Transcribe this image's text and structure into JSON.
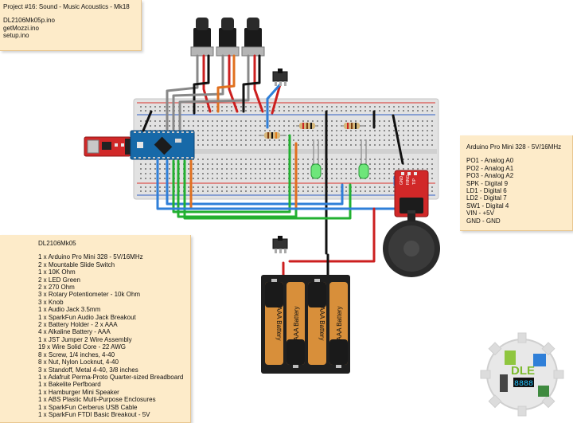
{
  "project_note": {
    "title": "Project #16: Sound - Music Acoustics  - Mk18",
    "files": [
      "DL2106Mk05p.ino",
      "getMozzi.ino",
      "setup.ino"
    ]
  },
  "pins_note": {
    "title": "Arduino Pro Mini 328 - 5V/16MHz",
    "pins": [
      "PO1 - Analog A0",
      "PO2 - Analog A1",
      "PO3 - Analog A2",
      "SPK - Digital 9",
      "LD1 - Digital 6",
      "LD2 - Digital 7",
      "SW1 - Digital 4",
      "VIN - +5V",
      "GND - GND"
    ]
  },
  "bom_note": {
    "title": "DL2106Mk05",
    "items": [
      "1 x Arduino Pro Mini 328 - 5V/16MHz",
      "2 x Mountable Slide Switch",
      "1 x 10K Ohm",
      "2 x LED Green",
      "2 x 270 Ohm",
      "3 x Rotary Potentiometer - 10k Ohm",
      "3 x Knob",
      "1 x Audio Jack 3.5mm",
      "1 x SparkFun Audio Jack Breakout",
      "2 x Battery Holder - 2 x AAA",
      "4 x Alkaline Battery - AAA",
      "1 x JST Jumper 2 Wire Assembly",
      "19 x Wire Solid Core - 22 AWG",
      "8 x Screw, 1/4 inches, 4-40",
      "8 x Nut, Nylon Locknut, 4-40",
      "3 x Standoff, Metal 4-40, 3/8 inches",
      "1 x Adafruit Perma-Proto Quarter-sized Breadboard",
      "1 x Bakelite Perfboard",
      "1 x Hamburger Mini Speaker",
      "1 x ABS Plastic Multi-Purpose Enclosures",
      "1 x SparkFun Cerberus USB Cable",
      "1 x SparkFun FTDI Basic Breakout - 5V"
    ]
  },
  "battery_label": "AAA Battery",
  "jack_pins": [
    "GND",
    "RING",
    "TIP"
  ],
  "logo": {
    "text": "DLE",
    "display": "8888"
  },
  "colors": {
    "note_bg": "#fdebc9",
    "board": "#e4e4e4",
    "rail_red": "#d9302a",
    "rail_blue": "#2f5fc4",
    "arduino": "#1769a8",
    "ftdi": "#d12828",
    "wire_red": "#cc1f1f",
    "wire_green": "#22b030",
    "wire_blue": "#2f7fd8",
    "wire_orange": "#e0701f",
    "wire_black": "#111111",
    "battery": "#d88f3a"
  }
}
